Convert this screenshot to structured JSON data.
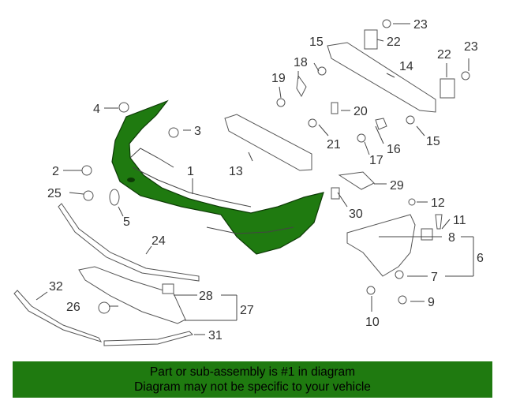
{
  "callouts": [
    "1",
    "2",
    "3",
    "4",
    "5",
    "6",
    "7",
    "8",
    "9",
    "10",
    "11",
    "12",
    "13",
    "14",
    "15",
    "15",
    "16",
    "17",
    "18",
    "19",
    "20",
    "21",
    "22",
    "22",
    "23",
    "23",
    "24",
    "25",
    "26",
    "27",
    "28",
    "29",
    "30",
    "31",
    "32"
  ],
  "highlight_color": "#1f7a10",
  "banner": {
    "line1": "Part or sub-assembly is #1 in diagram",
    "line2": "Diagram may not be specific to your vehicle"
  }
}
